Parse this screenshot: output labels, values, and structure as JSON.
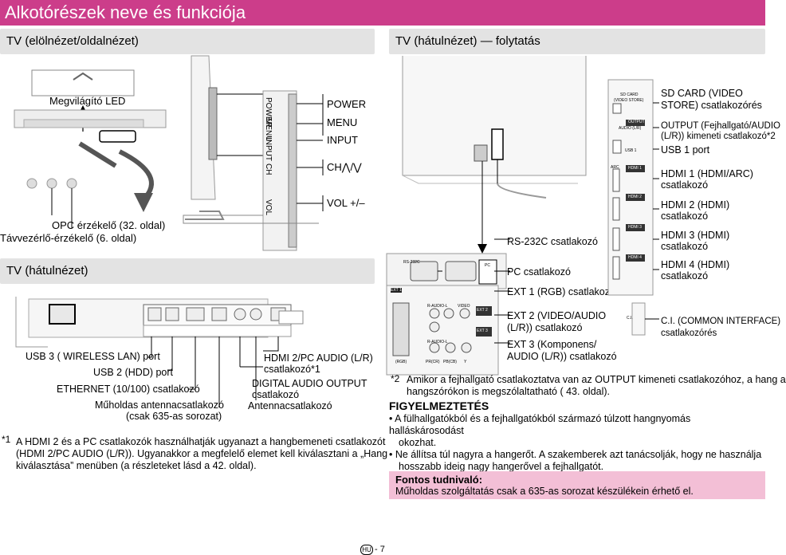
{
  "title": "Alkotórészek neve és funkciója",
  "front_heading": "TV (elölnézet/oldalnézet)",
  "back_cont_heading": "TV (hátulnézet) — folytatás",
  "back_heading": "TV (hátulnézet)",
  "front_labels": {
    "led": "Megvilágító LED",
    "opc": "OPC érzékelő (32. oldal)",
    "remote": "Távvezérlő-érzékelő (6. oldal)"
  },
  "side_buttons": {
    "power": "POWER",
    "menu": "MENU",
    "input": "INPUT",
    "ch": "CH⋀/⋁",
    "vol": "VOL +/–",
    "panel_power": "POWER",
    "panel_menu": "MENU",
    "panel_input": "INPUT",
    "panel_ch": "CH",
    "panel_vol": "VOL"
  },
  "rear_left_labels": {
    "usb3": "USB 3 ( WIRELESS LAN) port",
    "usb2": "USB 2 (HDD) port",
    "ethernet": "ETHERNET (10/100) csatlakozó",
    "antenna_sat": "Műholdas antennacsatlakozó",
    "antenna_sat_note": "(csak 635-as sorozat)",
    "hdmi2pc": "HDMI 2/PC AUDIO (L/R)",
    "hdmi2pc_b": "csatlakozó*1",
    "digital": "DIGITAL AUDIO OUTPUT",
    "digital_b": "csatlakozó",
    "antenna": "Antennacsatlakozó"
  },
  "rear_mid_labels": {
    "rs232c": "RS-232C csatlakozó",
    "pc": "PC csatlakozó",
    "ext1": "EXT 1 (RGB) csatlakozó",
    "ext2": "EXT 2 (VIDEO/AUDIO",
    "ext2_b": "(L/R)) csatlakozó",
    "ext3": "EXT 3 (Komponens/",
    "ext3_b": "AUDIO (L/R)) csatlakozó",
    "panel_rs232c": "RS-232C",
    "panel_pc": "PC",
    "panel_ext1": "EXT 1",
    "panel_ext2": "EXT 2",
    "panel_ext3": "EXT 3",
    "panel_raudio": "R-AUDIO-L",
    "panel_video": "VIDEO",
    "panel_raudio2": "R-AUDIO-L",
    "panel_rgb": "(RGB)",
    "panel_prcr": "PR(CR)",
    "panel_pbcb": "PB(CB)",
    "panel_y": "Y"
  },
  "rear_right_labels": {
    "sdcard": "SD CARD (VIDEO",
    "sdcard_b": "STORE) csatlakozórés",
    "output": "OUTPUT (Fejhallgató/AUDIO",
    "output_b": "(L/R)) kimeneti csatlakozó*2",
    "usb1": "USB 1 port",
    "hdmi1": "HDMI 1 (HDMI/ARC)",
    "hdmi1_b": "csatlakozó",
    "hdmi2": "HDMI 2 (HDMI)",
    "hdmi2_b": "csatlakozó",
    "hdmi3": "HDMI 3 (HDMI)",
    "hdmi3_b": "csatlakozó",
    "hdmi4": "HDMI 4 (HDMI)",
    "hdmi4_b": "csatlakozó",
    "ci": "C.I. (COMMON INTERFACE)",
    "ci_b": "csatlakozórés",
    "panel_sdcard": "SD CARD",
    "panel_videostore": "(VIDEO STORE)",
    "panel_output": "OUTPUT",
    "panel_audio": "AUDIO (L/R)",
    "panel_usb1": "USB 1",
    "panel_arc": "ARC",
    "panel_hdmi1": "HDMI 1",
    "panel_hdmi2": "HDMI 2",
    "panel_hdmi3": "HDMI 3",
    "panel_hdmi4": "HDMI 4",
    "panel_ci": "C.I.",
    "hdmi_logo": "HDMI"
  },
  "footnote1_mark": "*1",
  "footnote1": "A HDMI 2 és a PC csatlakozók használhatják ugyanazt a hangbemeneti csatlakozót",
  "footnote1_b": "(HDMI 2/PC AUDIO (L/R)). Ugyanakkor a megfelelő elemet kell kiválasztani a „Hang",
  "footnote1_c": "kiválasztása” menüben (a részleteket lásd a 42. oldal).",
  "footnote2_mark": "*2",
  "footnote2": "Amikor a fejhallgató csatlakoztatva van az OUTPUT kimeneti csatlakozóhoz, a hang a",
  "footnote2_b": "hangszórókon is megszólaltatható ( 43. oldal).",
  "warning_title": "FIGYELMEZTETÉS",
  "warning_items": [
    "A fülhallgatókból és a fejhallgatókból származó túlzott hangnyomás halláskárosodást",
    "okozhat.",
    "Ne állítsa túl nagyra a hangerőt. A szakemberek azt tanácsolják, hogy ne használja",
    "hosszabb ideig nagy hangerővel a fejhallgatót."
  ],
  "note_title": "Fontos tudnivaló:",
  "note_text": "Műholdas szolgáltatás csak a 635-as sorozat készülékein érhető el.",
  "page_lang": "HU",
  "page_number": "- 7",
  "colors": {
    "accent": "#cc3d8a",
    "bar": "#e3e3e3",
    "note_bg": "#f3bfd6"
  }
}
